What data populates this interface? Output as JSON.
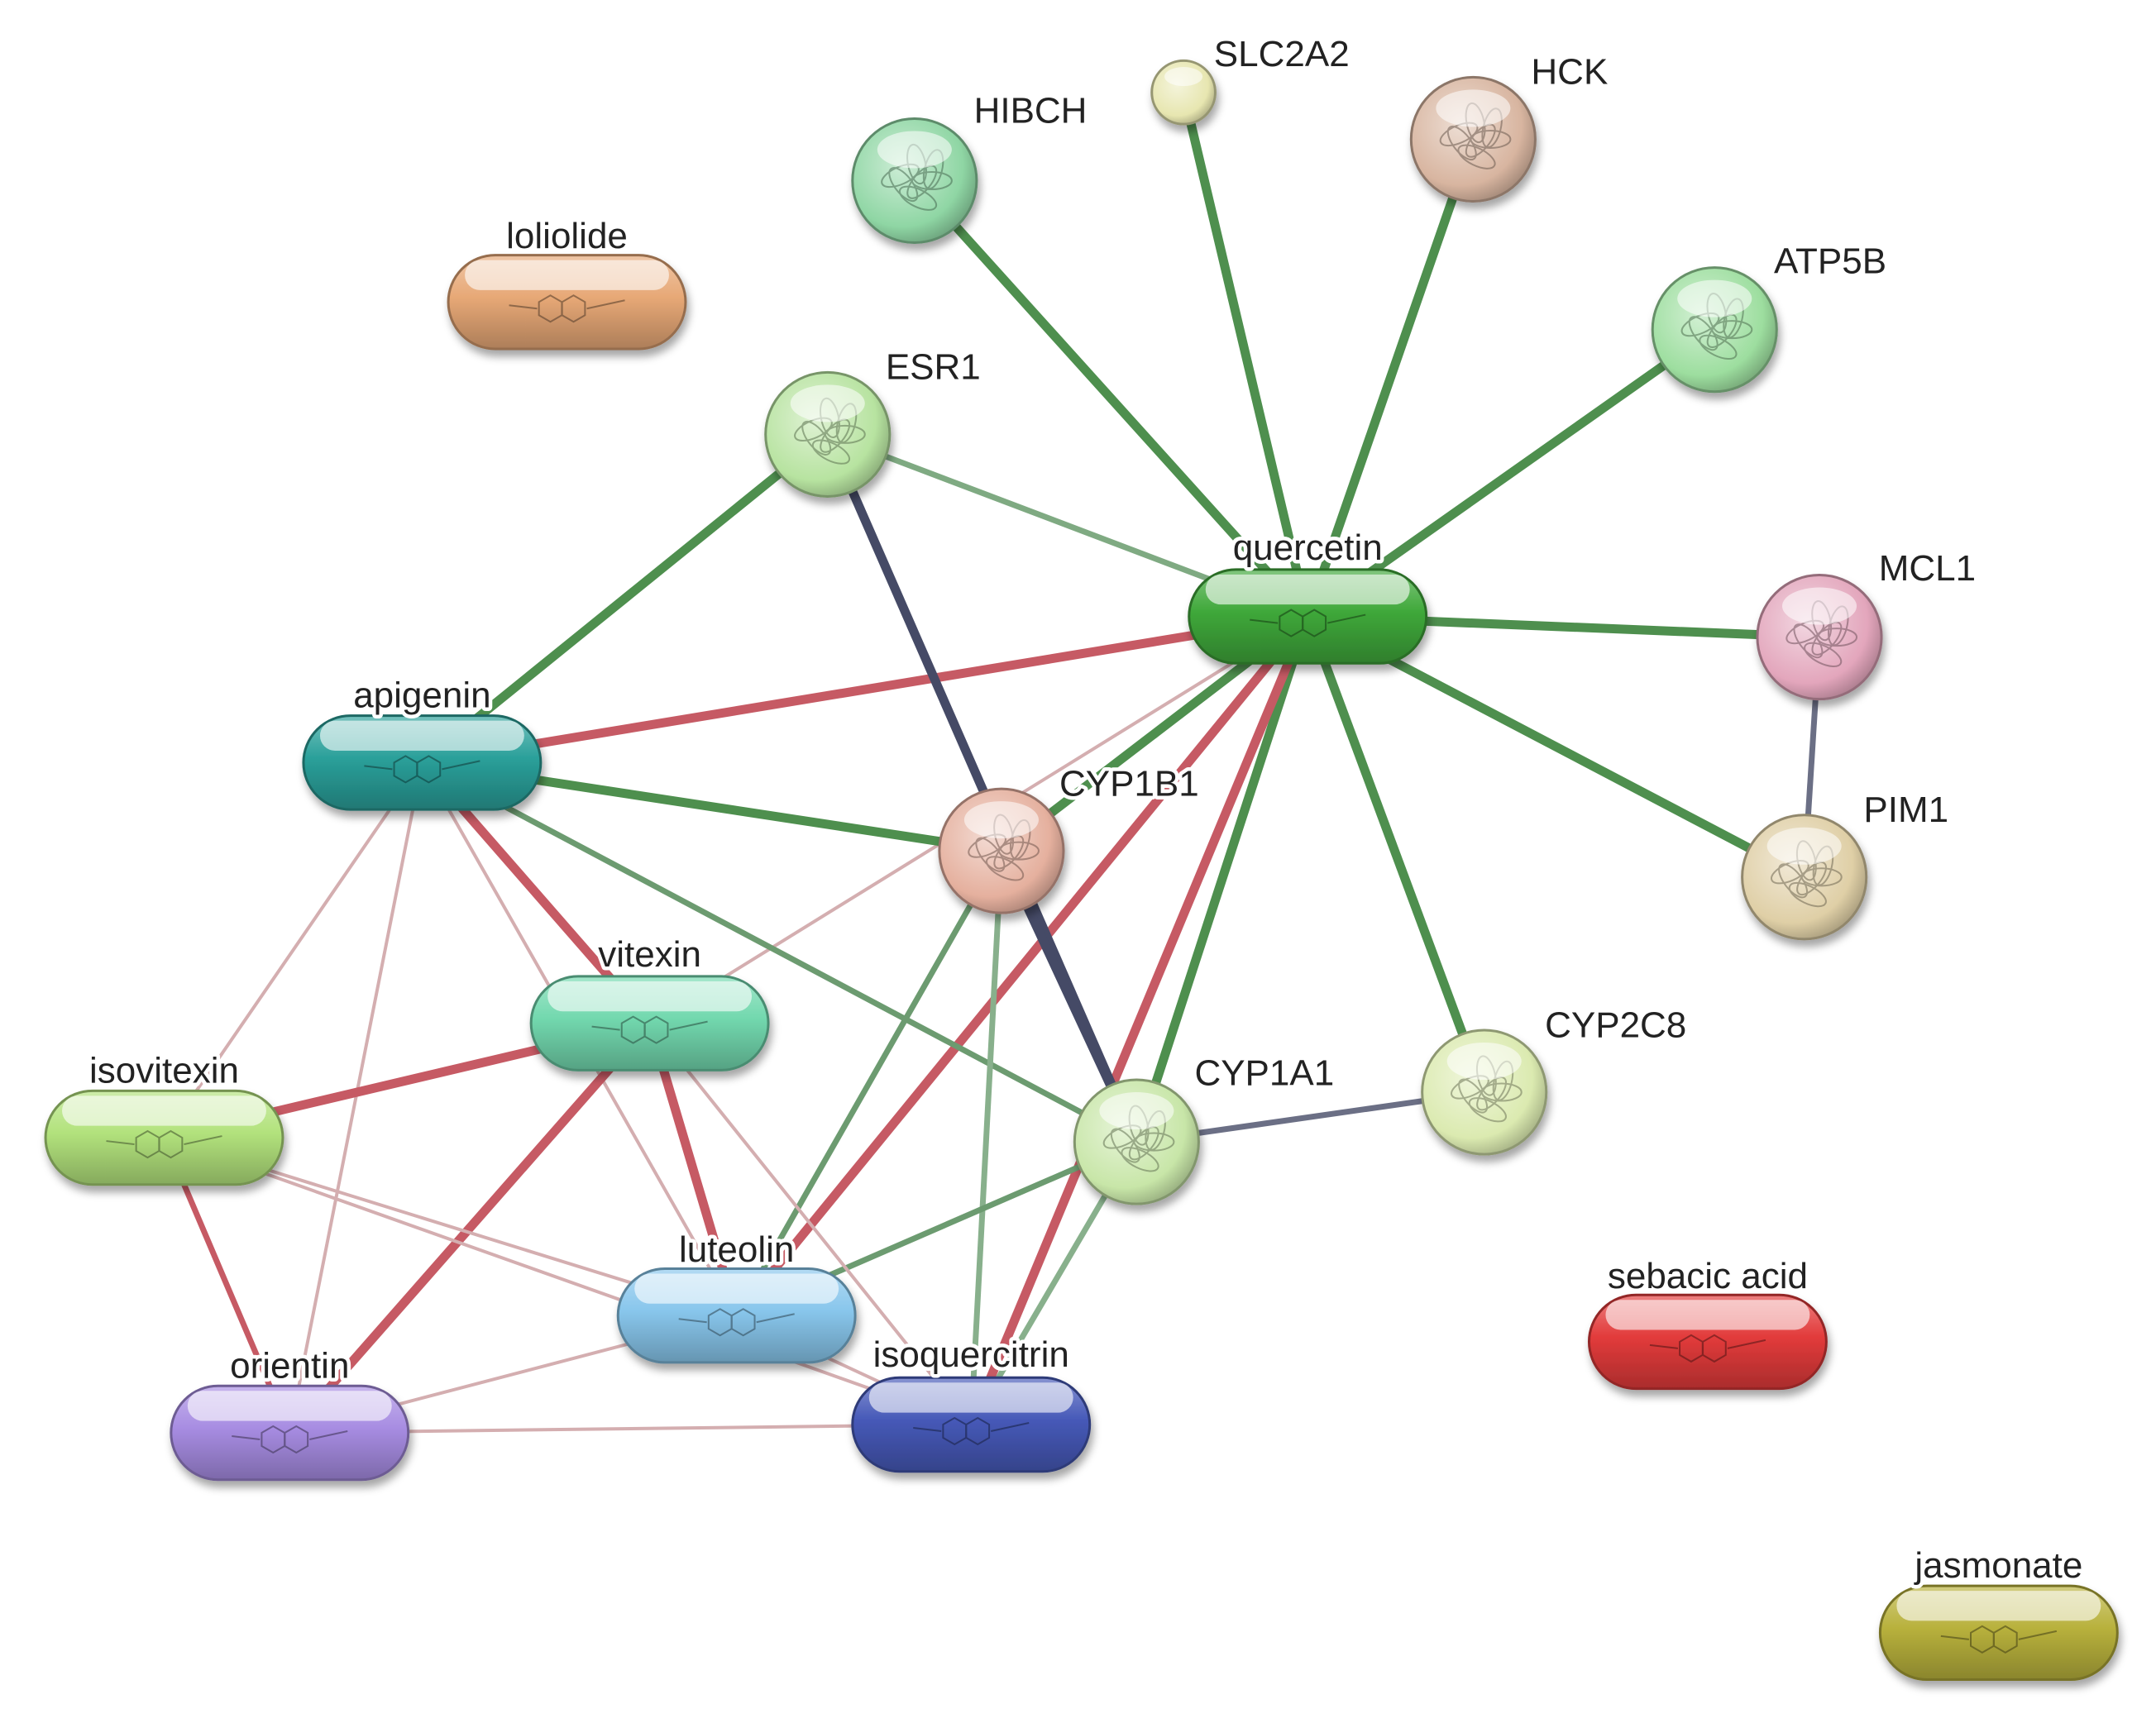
{
  "nodes": [
    {
      "id": "loliolide",
      "label": "loliolide",
      "kind": "compound",
      "color": "#e7a876"
    },
    {
      "id": "SLC2A2",
      "label": "SLC2A2",
      "kind": "protein",
      "color": "#e7e6b0"
    },
    {
      "id": "HIBCH",
      "label": "HIBCH",
      "kind": "protein",
      "color": "#8fd6a4"
    },
    {
      "id": "HCK",
      "label": "HCK",
      "kind": "protein",
      "color": "#d8b5a0"
    },
    {
      "id": "ATP5B",
      "label": "ATP5B",
      "kind": "protein",
      "color": "#9dde9f"
    },
    {
      "id": "ESR1",
      "label": "ESR1",
      "kind": "protein",
      "color": "#b7e3a0"
    },
    {
      "id": "quercetin",
      "label": "quercetin",
      "kind": "compound",
      "color": "#3fa83a"
    },
    {
      "id": "MCL1",
      "label": "MCL1",
      "kind": "protein",
      "color": "#e3a6bc"
    },
    {
      "id": "apigenin",
      "label": "apigenin",
      "kind": "compound",
      "color": "#2aa09a"
    },
    {
      "id": "CYP1B1",
      "label": "CYP1B1",
      "kind": "protein",
      "color": "#e5b09e"
    },
    {
      "id": "PIM1",
      "label": "PIM1",
      "kind": "protein",
      "color": "#dfcfa6"
    },
    {
      "id": "vitexin",
      "label": "vitexin",
      "kind": "compound",
      "color": "#72d8ae"
    },
    {
      "id": "isovitexin",
      "label": "isovitexin",
      "kind": "compound",
      "color": "#b2e27c"
    },
    {
      "id": "CYP1A1",
      "label": "CYP1A1",
      "kind": "protein",
      "color": "#c8e6a8"
    },
    {
      "id": "CYP2C8",
      "label": "CYP2C8",
      "kind": "protein",
      "color": "#dbeab0"
    },
    {
      "id": "luteolin",
      "label": "luteolin",
      "kind": "compound",
      "color": "#88c6ec"
    },
    {
      "id": "sebacic_acid",
      "label": "sebacic acid",
      "kind": "compound",
      "color": "#e23b3b"
    },
    {
      "id": "orientin",
      "label": "orientin",
      "kind": "compound",
      "color": "#a78ce2"
    },
    {
      "id": "isoquercitrin",
      "label": "isoquercitrin",
      "kind": "compound",
      "color": "#4659b8"
    },
    {
      "id": "jasmonate",
      "label": "jasmonate",
      "kind": "compound",
      "color": "#b8b13c"
    }
  ],
  "edges": [
    {
      "source": "quercetin",
      "target": "HIBCH",
      "color": "#4e8f4e",
      "weight": 3
    },
    {
      "source": "quercetin",
      "target": "SLC2A2",
      "color": "#4e8f4e",
      "weight": 3
    },
    {
      "source": "quercetin",
      "target": "HCK",
      "color": "#4e8f4e",
      "weight": 3
    },
    {
      "source": "quercetin",
      "target": "ATP5B",
      "color": "#4e8f4e",
      "weight": 3
    },
    {
      "source": "quercetin",
      "target": "ESR1",
      "color": "#7faa82",
      "weight": 2
    },
    {
      "source": "quercetin",
      "target": "MCL1",
      "color": "#4e8f4e",
      "weight": 3
    },
    {
      "source": "quercetin",
      "target": "PIM1",
      "color": "#4e8f4e",
      "weight": 3
    },
    {
      "source": "quercetin",
      "target": "CYP2C8",
      "color": "#4e8f4e",
      "weight": 3
    },
    {
      "source": "quercetin",
      "target": "CYP1A1",
      "color": "#4e8f4e",
      "weight": 3
    },
    {
      "source": "quercetin",
      "target": "CYP1B1",
      "color": "#4e8f4e",
      "weight": 3
    },
    {
      "source": "quercetin",
      "target": "apigenin",
      "color": "#c65a64",
      "weight": 3
    },
    {
      "source": "quercetin",
      "target": "luteolin",
      "color": "#c65a64",
      "weight": 3
    },
    {
      "source": "quercetin",
      "target": "isoquercitrin",
      "color": "#c65a64",
      "weight": 3
    },
    {
      "source": "quercetin",
      "target": "vitexin",
      "color": "#d4aeb0",
      "weight": 1
    },
    {
      "source": "MCL1",
      "target": "PIM1",
      "color": "#6b6f85",
      "weight": 2
    },
    {
      "source": "ESR1",
      "target": "apigenin",
      "color": "#4e8f4e",
      "weight": 3
    },
    {
      "source": "ESR1",
      "target": "CYP1A1",
      "color": "#454a66",
      "weight": 3
    },
    {
      "source": "apigenin",
      "target": "CYP1B1",
      "color": "#4e8f4e",
      "weight": 3
    },
    {
      "source": "apigenin",
      "target": "CYP1A1",
      "color": "#6c9b70",
      "weight": 2
    },
    {
      "source": "apigenin",
      "target": "vitexin",
      "color": "#c65a64",
      "weight": 3
    },
    {
      "source": "apigenin",
      "target": "isovitexin",
      "color": "#d4aeb0",
      "weight": 1
    },
    {
      "source": "apigenin",
      "target": "orientin",
      "color": "#d4aeb0",
      "weight": 1
    },
    {
      "source": "apigenin",
      "target": "luteolin",
      "color": "#d4aeb0",
      "weight": 1
    },
    {
      "source": "CYP1B1",
      "target": "CYP1A1",
      "color": "#454a66",
      "weight": 3
    },
    {
      "source": "CYP1B1",
      "target": "luteolin",
      "color": "#6c9b70",
      "weight": 2
    },
    {
      "source": "CYP1B1",
      "target": "isoquercitrin",
      "color": "#88b08c",
      "weight": 2
    },
    {
      "source": "CYP1A1",
      "target": "CYP2C8",
      "color": "#6b6f85",
      "weight": 2
    },
    {
      "source": "CYP1A1",
      "target": "luteolin",
      "color": "#6c9b70",
      "weight": 2
    },
    {
      "source": "CYP1A1",
      "target": "isoquercitrin",
      "color": "#88b08c",
      "weight": 2
    },
    {
      "source": "vitexin",
      "target": "isovitexin",
      "color": "#c65a64",
      "weight": 3
    },
    {
      "source": "vitexin",
      "target": "orientin",
      "color": "#c65a64",
      "weight": 3
    },
    {
      "source": "vitexin",
      "target": "luteolin",
      "color": "#c65a64",
      "weight": 3
    },
    {
      "source": "vitexin",
      "target": "isoquercitrin",
      "color": "#d4aeb0",
      "weight": 1
    },
    {
      "source": "isovitexin",
      "target": "orientin",
      "color": "#c65a64",
      "weight": 2
    },
    {
      "source": "isovitexin",
      "target": "luteolin",
      "color": "#d4aeb0",
      "weight": 1
    },
    {
      "source": "isovitexin",
      "target": "isoquercitrin",
      "color": "#d4aeb0",
      "weight": 1
    },
    {
      "source": "orientin",
      "target": "luteolin",
      "color": "#d4aeb0",
      "weight": 1
    },
    {
      "source": "orientin",
      "target": "isoquercitrin",
      "color": "#d4aeb0",
      "weight": 1
    },
    {
      "source": "luteolin",
      "target": "isoquercitrin",
      "color": "#d4aeb0",
      "weight": 1
    }
  ]
}
